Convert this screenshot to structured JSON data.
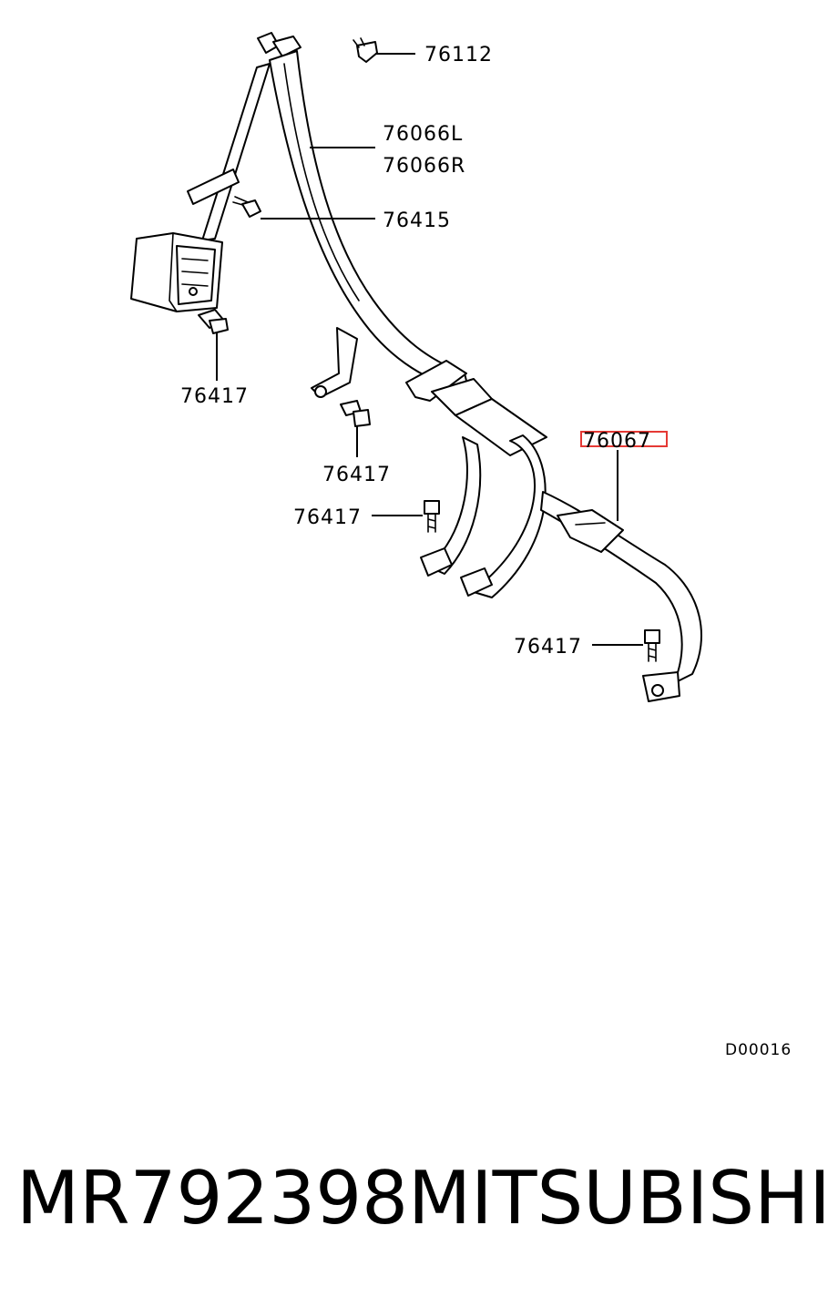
{
  "diagram": {
    "callouts": [
      {
        "id": "76112",
        "label": "76112"
      },
      {
        "id": "76066L",
        "label": "76066L"
      },
      {
        "id": "76066R",
        "label": "76066R"
      },
      {
        "id": "76415",
        "label": "76415"
      },
      {
        "id": "76417a",
        "label": "76417"
      },
      {
        "id": "76417b",
        "label": "76417"
      },
      {
        "id": "76417c",
        "label": "76417"
      },
      {
        "id": "76417d",
        "label": "76417"
      },
      {
        "id": "76067",
        "label": "76067",
        "highlighted": true
      }
    ],
    "drawing_code": "D00016",
    "highlight_color": "#e53935"
  },
  "footer": {
    "part_number": "MR792398",
    "brand": "MITSUBISHI"
  }
}
